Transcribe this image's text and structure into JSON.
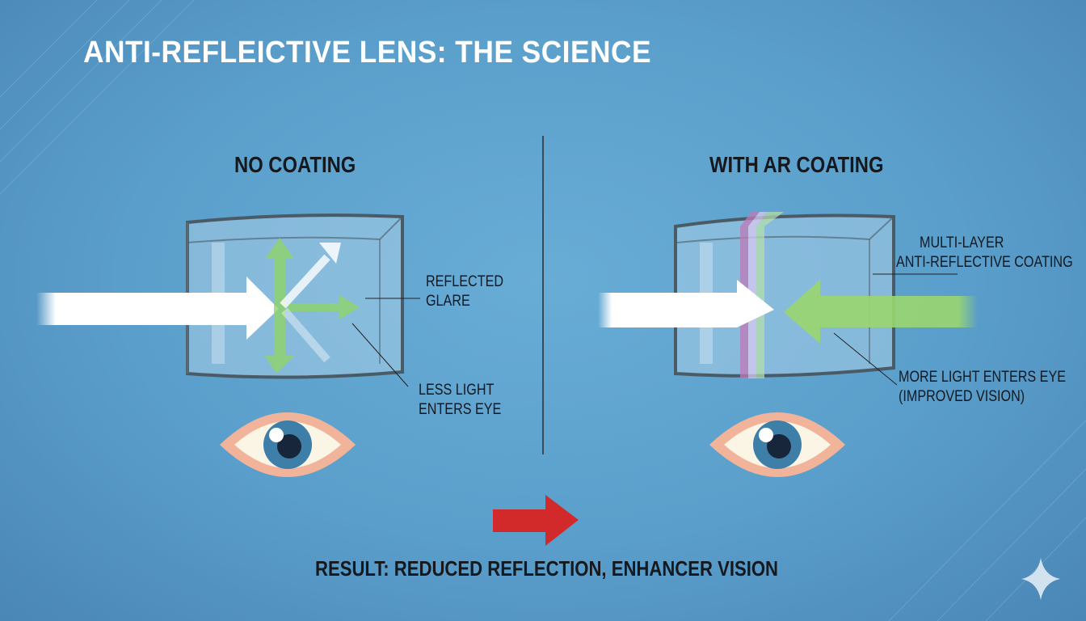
{
  "title": "ANTI-REFLEICTIVE LENS: THE SCIENCE",
  "left": {
    "heading": "NO COATING",
    "label_glare": [
      "REFLECTED",
      "GLARE"
    ],
    "label_light": [
      "LESS LIGHT",
      "ENTERS EYE"
    ]
  },
  "right": {
    "heading": "WITH AR COATING",
    "label_coating": [
      "MULTI-LAYER",
      "ANTI-REFLECTIVE COATING"
    ],
    "label_light": [
      "MORE LIGHT ENTERS EYE",
      "(IMPROVED VISION)"
    ]
  },
  "result": "RESULT: REDUCED REFLECTION, ENHANCER VISION",
  "colors": {
    "arrow_green": "#8fd46a",
    "result_arrow": "#d22a2a",
    "eye_skin": "#f1b49a",
    "iris": "#3d7fa8"
  }
}
